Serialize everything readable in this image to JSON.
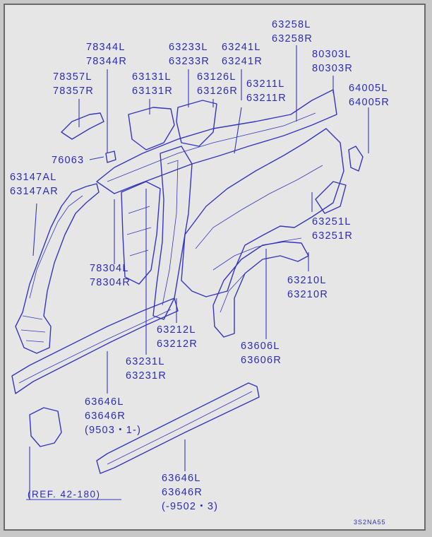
{
  "labels": {
    "p63258": [
      "63258L",
      "63258R"
    ],
    "p80303": [
      "80303L",
      "80303R"
    ],
    "p64005": [
      "64005L",
      "64005R"
    ],
    "p78344": [
      "78344L",
      "78344R"
    ],
    "p63233": [
      "63233L",
      "63233R"
    ],
    "p63241": [
      "63241L",
      "63241R"
    ],
    "p78357": [
      "78357L",
      "78357R"
    ],
    "p63131": [
      "63131L",
      "63131R"
    ],
    "p63126": [
      "63126L",
      "63126R"
    ],
    "p63211": [
      "63211L",
      "63211R"
    ],
    "p76063": [
      "76063"
    ],
    "p63147": [
      "63147AL",
      "63147AR"
    ],
    "p63251": [
      "63251L",
      "63251R"
    ],
    "p78304": [
      "78304L",
      "78304R"
    ],
    "p63210": [
      "63210L",
      "63210R"
    ],
    "p63212": [
      "63212L",
      "63212R"
    ],
    "p63606": [
      "63606L",
      "63606R"
    ],
    "p63231": [
      "63231L",
      "63231R"
    ],
    "p63646a": [
      "63646L",
      "63646R",
      "(9503・1-)"
    ],
    "p63646b": [
      "63646L",
      "63646R",
      "(-9502・3)"
    ]
  },
  "ref_label": "(REF. 42-180)",
  "diagram_code": "3S2NA55",
  "colors": {
    "ink": "#3535c0",
    "paper": "#e6e6e6",
    "frame": "#6a6a6a"
  }
}
